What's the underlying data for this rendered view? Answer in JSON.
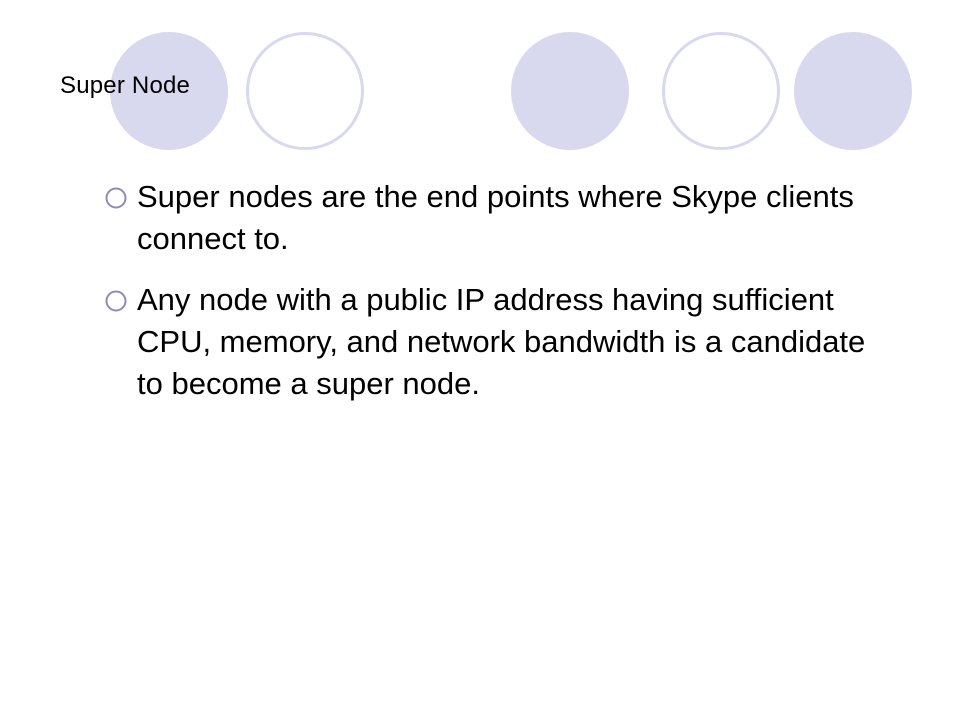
{
  "slide": {
    "title": "Super Node",
    "bullets": [
      {
        "text": "Super nodes are the end points where Skype clients connect to."
      },
      {
        "text": "Any node with a public IP address having sufficient CPU, memory, and network bandwidth is a candidate to become a super node."
      }
    ]
  },
  "theme": {
    "circle_fill": "#d8d8ef",
    "circle_outline": "#d8d8ef",
    "bullet_color": "#8c8cba",
    "text_color": "#000000"
  },
  "decorations": {
    "circles": [
      {
        "name": "deco-circle-1",
        "style": "filled"
      },
      {
        "name": "deco-circle-2",
        "style": "outline"
      },
      {
        "name": "deco-circle-3",
        "style": "filled"
      },
      {
        "name": "deco-circle-4",
        "style": "outline"
      },
      {
        "name": "deco-circle-5",
        "style": "filled"
      }
    ]
  }
}
